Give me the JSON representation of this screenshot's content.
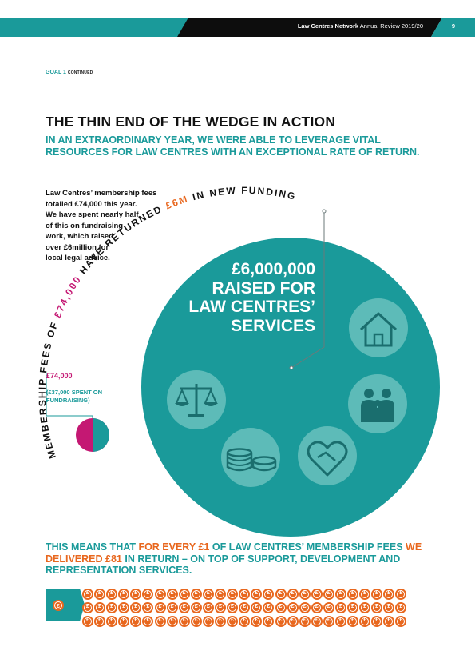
{
  "header": {
    "publisher": "Law Centres Network",
    "publication": "Annual Review 2019/20",
    "page_number": "9",
    "colors": {
      "teal": "#1a9a9a",
      "black": "#0d0d0d"
    }
  },
  "goal": {
    "label": "GOAL 1",
    "suffix": "CONTINUED"
  },
  "title": "THE THIN END OF THE WEDGE IN ACTION",
  "subtitle": "IN AN EXTRAORDINARY YEAR, WE WERE ABLE TO LEVERAGE VITAL RESOURCES FOR LAW CENTRES WITH AN EXCEPTIONAL RATE OF RETURN.",
  "intro": {
    "lines": [
      "Law Centres’ membership fees",
      "totalled £74,000 this year.",
      "We have spent nearly half",
      "of this on fundraising",
      "work, which raised",
      "over £6million for",
      "local legal advice."
    ]
  },
  "small_circle": {
    "amount": "£74,000",
    "note": "(£37,000 SPENT ON FUNDRAISING)",
    "fundraising_share": 0.5,
    "colors": {
      "fees": "#c41873",
      "fundraising": "#1a9a9a"
    }
  },
  "arc_text": {
    "part1": "MEMBERSHIP FEES OF ",
    "part2": "£74,000",
    "part3": " HAVE RETURNED ",
    "part4": "£6M",
    "part5": " IN NEW FUNDING"
  },
  "big_circle": {
    "lines": [
      "£6,000,000",
      "RAISED FOR",
      "LAW CENTRES’",
      "SERVICES"
    ],
    "color": "#1a9a9a",
    "icons": [
      "house-icon",
      "family-icon",
      "heart-handshake-icon",
      "coins-icon",
      "scales-icon"
    ]
  },
  "bottom": {
    "part1": "THIS MEANS THAT ",
    "part2": "FOR EVERY £1",
    "part3": " OF LAW CENTRES’ MEMBERSHIP FEES ",
    "part4": "WE DELIVERED £81",
    "part5": " IN RETURN – ON TOP OF SUPPORT, DEVELOPMENT AND REPRESENTATION SERVICES."
  },
  "coins": {
    "symbol": "£",
    "input_count": 1,
    "return_count": 81,
    "colors": {
      "teal": "#1a9a9a",
      "orange": "#e8671e"
    }
  }
}
